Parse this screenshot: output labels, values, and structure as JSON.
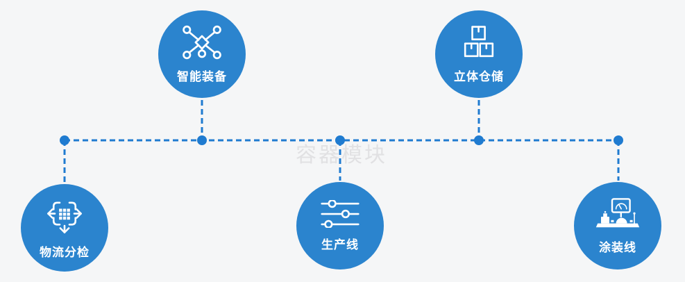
{
  "watermark": {
    "text": "容器模块"
  },
  "colors": {
    "background": "#f5f6f7",
    "circle_fill": "#2b84ce",
    "connector": "#1f7bd0",
    "label_text": "#ffffff",
    "watermark_text": "#e1e1e3"
  },
  "nodes": [
    {
      "id": "smart-equipment",
      "label": "智能装备",
      "icon": "network-icon"
    },
    {
      "id": "warehouse",
      "label": "立体仓储",
      "icon": "stacked-boxes-icon"
    },
    {
      "id": "logistics",
      "label": "物流分检",
      "icon": "sort-arrows-icon"
    },
    {
      "id": "production",
      "label": "生产线",
      "icon": "sliders-icon"
    },
    {
      "id": "painting",
      "label": "涂装线",
      "icon": "control-console-icon"
    }
  ]
}
